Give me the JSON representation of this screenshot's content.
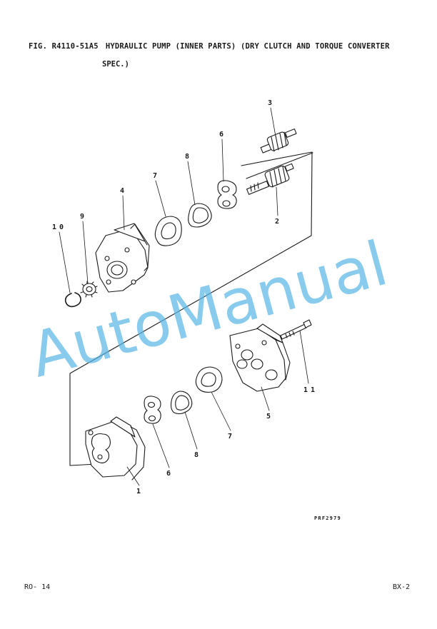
{
  "header": {
    "figure_id": "FIG. R4110-51A5",
    "title_line1": "HYDRAULIC PUMP (INNER PARTS) (DRY CLUTCH AND TORQUE CONVERTER",
    "title_line2": "SPEC.)"
  },
  "callouts": [
    "3",
    "6",
    "8",
    "7",
    "4",
    "2",
    "9",
    "10",
    "11",
    "5",
    "7",
    "8",
    "6",
    "1"
  ],
  "watermark": "AutoManual",
  "drawing_code": "PRF2979",
  "footer": {
    "left": "RO- 14",
    "right": "BX-2"
  }
}
